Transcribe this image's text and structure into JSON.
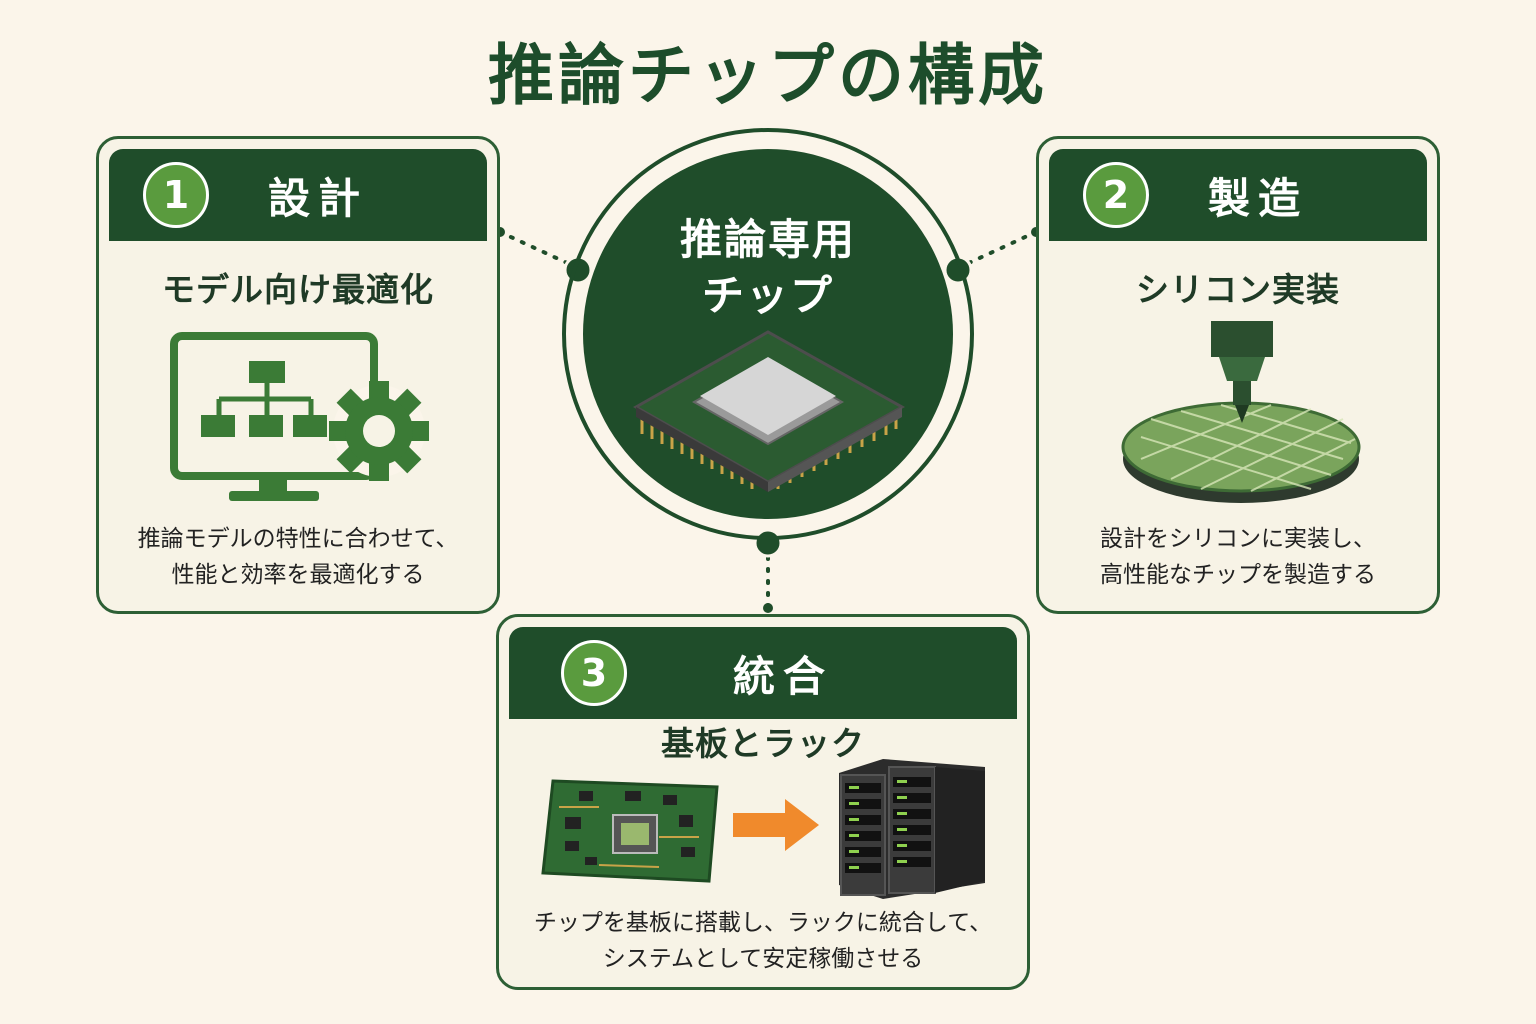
{
  "title": "推論チップの構成",
  "center": {
    "line1": "推論専用",
    "line2": "チップ"
  },
  "steps": [
    {
      "number": "1",
      "title": "設計",
      "subtitle": "モデル向け最適化",
      "desc_line1": "推論モデルの特性に合わせて、",
      "desc_line2": "性能と効率を最適化する",
      "icon": "monitor-gear-icon"
    },
    {
      "number": "2",
      "title": "製造",
      "subtitle": "シリコン実装",
      "desc_line1": "設計をシリコンに実装し、",
      "desc_line2": "高性能なチップを製造する",
      "icon": "wafer-icon"
    },
    {
      "number": "3",
      "title": "統合",
      "subtitle": "基板とラック",
      "desc_line1": "チップを基板に搭載し、ラックに統合して、",
      "desc_line2": "システムとして安定稼働させる",
      "icon": "board-to-rack-icon"
    }
  ],
  "colors": {
    "dark_green": "#1f4d2a",
    "accent_green": "#5a9b3e",
    "background": "#fbf5ea",
    "arrow_orange": "#f08a2c"
  }
}
